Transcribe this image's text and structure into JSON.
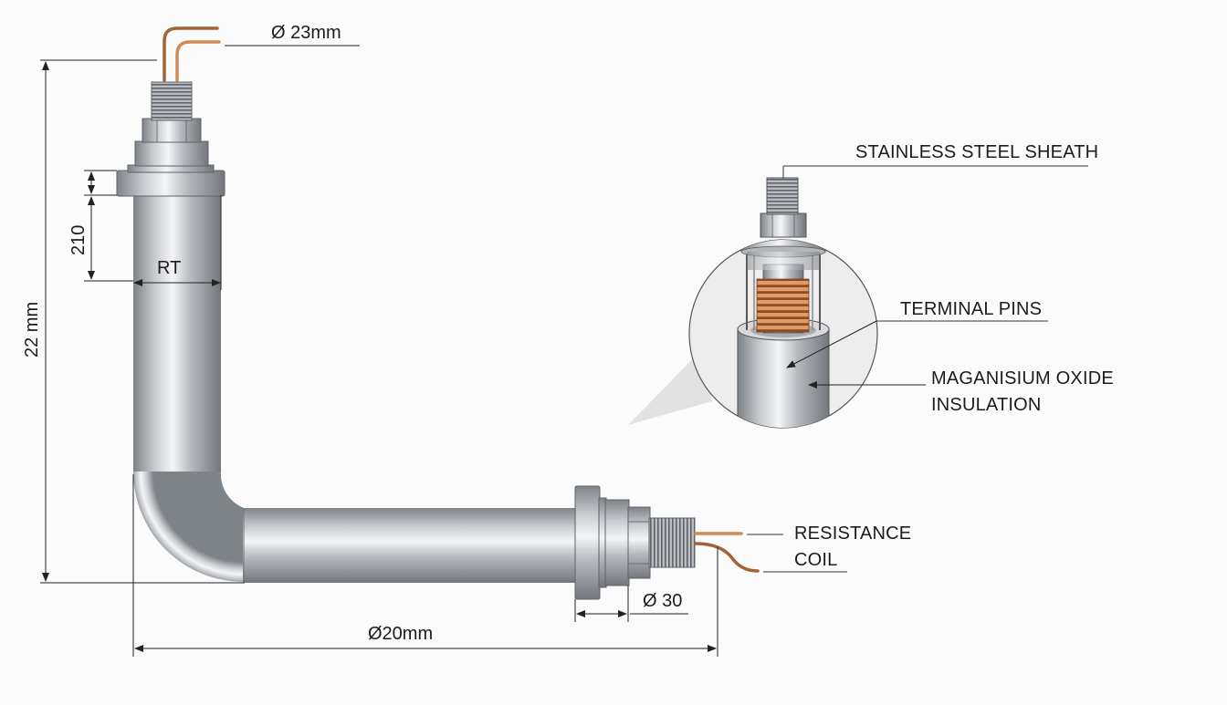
{
  "labels": {
    "sheath": "STAINLESS STEEL SHEATH",
    "terminal_pins": "TERMINAL PINS",
    "insulation_line1": "MAGANISIUM OXIDE",
    "insulation_line2": "INSULATION",
    "coil_line1": "RESISTANCE",
    "coil_line2": "COIL"
  },
  "dimensions": {
    "top_wire_dia": "Ø  23mm",
    "overall_height": "22 mm",
    "flange_height": "210",
    "tube_label": "RT",
    "bottom_length": "Ø20mm",
    "right_flange_dia": "Ø 30"
  },
  "colors": {
    "steel_dark": "#8a8e93",
    "steel_light": "#eef0f2",
    "copper": "#c8794a",
    "background": "#fbfbfb"
  }
}
